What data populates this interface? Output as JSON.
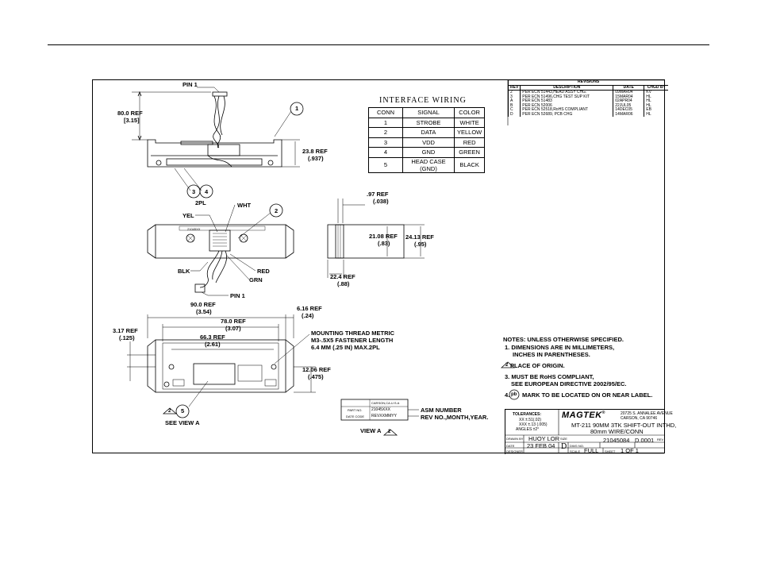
{
  "labels": {
    "pin1_top": "PIN 1",
    "ref_80": "80.0 REF",
    "ref_80_in": "[3.15]",
    "balloon_1": "1",
    "ref_238": "23.8 REF",
    "ref_238_in": "(.937)",
    "balloon_3": "3",
    "balloon_4": "4",
    "two_pl": "2PL",
    "yel": "YEL",
    "wht": "WHT",
    "balloon_2": "2",
    "blk": "BLK",
    "red": "RED",
    "grn": "GRN",
    "pin1_bottom": "PIN 1",
    "ref_097": ".97 REF",
    "ref_097_in": "(.038)",
    "ref_2108": "21.08 REF",
    "ref_2108_in": "(.83)",
    "ref_2413": "24.13 REF",
    "ref_2413_in": "(.95)",
    "ref_224": "22.4 REF",
    "ref_224_in": "(.88)",
    "ref_900": "90.0 REF",
    "ref_900_in": "(3.54)",
    "ref_616": "6.16 REF",
    "ref_616_in": "(.24)",
    "ref_780": "78.0 REF",
    "ref_780_in": "(3.07)",
    "ref_317": "3.17 REF",
    "ref_317_in": "(.125)",
    "ref_663": "66.3 REF",
    "ref_663_in": "(2.61)",
    "mount_1": "MOUNTING THREAD METRIC",
    "mount_2": "M3-.5X5 FASTENER LENGTH",
    "mount_3": "6.4 MM (.25 IN) MAX.2PL",
    "ref_1206": "12.06 REF",
    "ref_1206_in": "(.475)",
    "tri_2": "2",
    "balloon_5": "5",
    "see_view_a": "SEE VIEW A",
    "asm_number": "ASM NUMBER",
    "rev_no": "REV NO.,MONTH,YEAR.",
    "view_a": "VIEW A",
    "view_a_tri": "2",
    "label_carson": "CARSON,CA.U.S.A",
    "label_partno": "PART NO.",
    "label_partval": "21045XXX",
    "label_datecode": "DATE CODE",
    "label_dateval": "REVXXMMYY",
    "pcb_text": "21045XX"
  },
  "wiring": {
    "title": "INTERFACE  WIRING",
    "headers": [
      "CONN",
      "SIGNAL",
      "COLOR"
    ],
    "rows": [
      [
        "1",
        "STROBE",
        "WHITE"
      ],
      [
        "2",
        "DATA",
        "YELLOW"
      ],
      [
        "3",
        "VDD",
        "RED"
      ],
      [
        "4",
        "GND",
        "GREEN"
      ],
      [
        "5",
        "HEAD CASE (GND)",
        "BLACK"
      ]
    ]
  },
  "revisions": {
    "title": "REVISIONS",
    "headers": [
      "REV",
      "DESCRIPTION",
      "DATE",
      "CHGD BY"
    ],
    "rows": [
      [
        "2",
        "PER ECN 51443,HEAD ASSY CHG.",
        "09MAR04",
        "KV"
      ],
      [
        "3",
        "PER ECN 51496,CHG TEST SUP KIT",
        "15MAR04",
        "HL"
      ],
      [
        "A",
        "PER ECN 51483",
        "02APR04",
        "HL"
      ],
      [
        "B",
        "PER ECN 52006",
        "22JUL05",
        "HL"
      ],
      [
        "C",
        "PER ECN 52518,RoHS COMPLIANT",
        "14DEC05",
        "EB"
      ],
      [
        "D",
        "PER ECN 52689, PCB CHG",
        "14MAR06",
        "HL"
      ]
    ]
  },
  "notes": {
    "heading": "NOTES: UNLESS OTHERWISE SPECIFIED.",
    "n1a": "1. DIMENSIONS ARE IN MILLIMETERS,",
    "n1b": "INCHES IN PARENTHESES.",
    "n2_num": "2",
    "n2": "PLACE OF ORIGIN.",
    "n3a": "3. MUST BE RoHS COMPLIANT,",
    "n3b": "SEE EUROPEAN DIRECTIVE 2002/95/EC.",
    "n4_num": "4.",
    "n4_sym": "pb",
    "n4": "MARK TO BE LOCATED ON OR NEAR LABEL."
  },
  "title_block": {
    "tolerances": "TOLERANCES:",
    "tol_xx": "XX ±.51(.02)",
    "tol_xxx": "XXX ±.13 (.005)",
    "tol_ang": "ANGLES ±2°",
    "company": "MAGTEK",
    "reg": "®",
    "address_1": "20725 S. ANNALEE AVENUE",
    "address_2": "CARSON, CA  90746",
    "title_1": "MT-211 90MM 3TK SHIFT-OUT INTHD,",
    "title_2": "80mm WIRE/CONN",
    "drawn_by_label": "DRAWN BY",
    "drawn_by": "HUOY LOR",
    "date_label": "DATE",
    "date": "23 FEB 04",
    "designer_label": "DESIGNER",
    "size_label": "SIZE",
    "size": "D",
    "dwg_label": "DWG NO.",
    "dwg_no": "21045084",
    "rev_label": "REV",
    "rev": "D.0001",
    "scale_label": "SCALE",
    "scale": "FULL",
    "sheet_label": "SHEET",
    "sheet": "1 OF 1"
  },
  "colors": {
    "line": "#000000",
    "background": "#ffffff"
  }
}
